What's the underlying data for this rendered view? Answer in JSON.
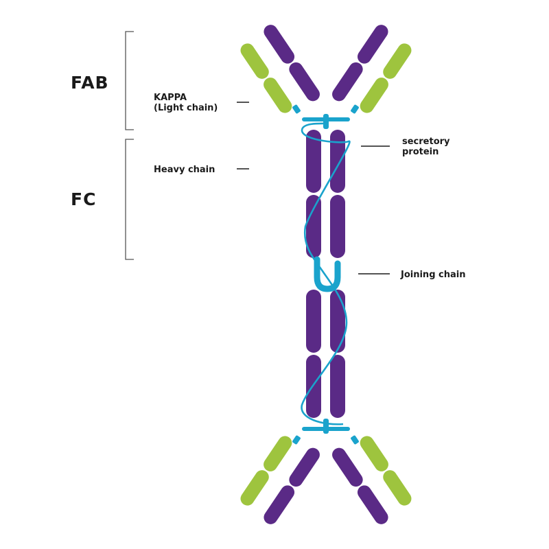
{
  "regions": {
    "fab": "FAB",
    "fc": "FC"
  },
  "labels": {
    "kappa_line1": "KAPPA",
    "kappa_line2": "(Light chain)",
    "heavy_chain": "Heavy chain",
    "secretory_line1": "secretory",
    "secretory_line2": "protein",
    "joining_chain": "Joining chain"
  },
  "colors": {
    "heavy_chain": "#5a2a86",
    "light_chain": "#9ec43e",
    "linker": "#1aa3cc",
    "text": "#1a1a1a"
  }
}
